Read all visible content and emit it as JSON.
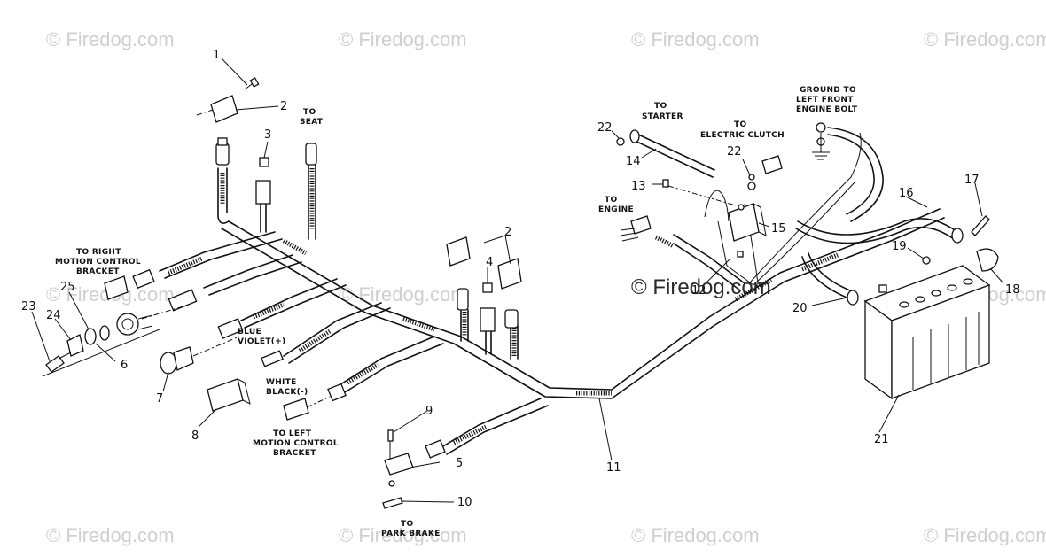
{
  "watermark": {
    "text": "© Firedog.com",
    "center_text": "© Firedog.com"
  },
  "notes": {
    "to_seat": [
      "TO",
      "SEAT"
    ],
    "to_starter": [
      "TO",
      "STARTER"
    ],
    "to_electric_clutch": [
      "TO",
      "ELECTRIC CLUTCH"
    ],
    "ground": [
      "GROUND TO",
      "LEFT FRONT",
      "ENGINE BOLT"
    ],
    "to_engine": [
      "TO",
      "ENGINE"
    ],
    "to_right_mcb": [
      "TO RIGHT",
      "MOTION CONTROL",
      "BRACKET"
    ],
    "blue_violet": [
      "BLUE",
      "VIOLET(+)"
    ],
    "white_black": [
      "WHITE",
      "BLACK(-)"
    ],
    "to_left_mcb": [
      "TO LEFT",
      "MOTION CONTROL",
      "BRACKET"
    ],
    "to_park_brake": [
      "TO",
      "PARK BRAKE"
    ]
  },
  "callouts": [
    "1",
    "2",
    "2",
    "3",
    "4",
    "5",
    "6",
    "7",
    "8",
    "9",
    "10",
    "11",
    "12",
    "13",
    "14",
    "15",
    "16",
    "17",
    "18",
    "19",
    "20",
    "21",
    "22",
    "22",
    "23",
    "24",
    "25"
  ]
}
